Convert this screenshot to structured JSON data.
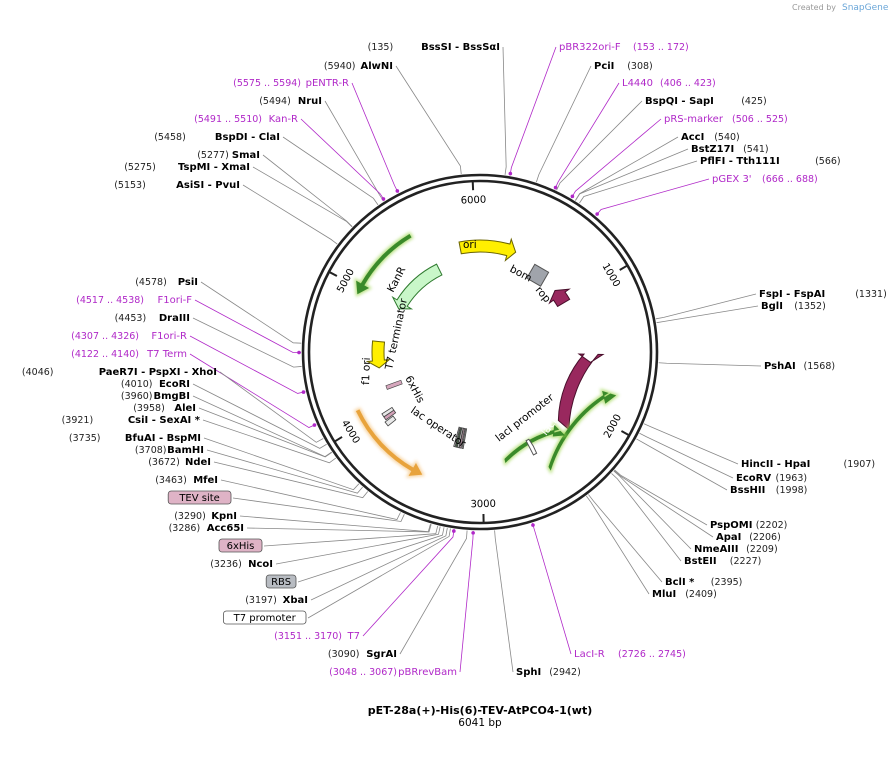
{
  "plasmid": {
    "name": "pET-28a(+)-His(6)-TEV-AtPCO4-1(wt)",
    "size_label": "6041 bp",
    "length": 6041
  },
  "credit": "Created by",
  "credit_brand": "SnapGene",
  "ticks": [
    {
      "bp": 1000,
      "label": "1000"
    },
    {
      "bp": 2000,
      "label": "2000"
    },
    {
      "bp": 3000,
      "label": "3000"
    },
    {
      "bp": 4000,
      "label": "4000"
    },
    {
      "bp": 5000,
      "label": "5000"
    },
    {
      "bp": 6000,
      "label": "6000"
    }
  ],
  "colors": {
    "ori": "#ffef00",
    "kanr": "#c9f7c9",
    "f1ori": "#ffef00",
    "laci": "#99285e",
    "rop": "#99285e",
    "bom": "#a0a4ab",
    "cds_glow": "#9ad44a",
    "primer": "#b028c8",
    "orange": "#e8a33c"
  },
  "features": {
    "ori": "ori",
    "kanr": "KanR",
    "f1ori": "f1 ori",
    "laci": "lacI",
    "bom": "bom",
    "rop": "rop",
    "t7term": "T7 terminator",
    "his6": "6xHis",
    "lacop": "lac operator",
    "laciprom": "lacI promoter"
  },
  "left_labels": [
    {
      "pos": "(135)",
      "name": "BssSI  -  BssSαI",
      "type": "enzyme",
      "bp": 135
    },
    {
      "pos": "(5940)",
      "name": "AlwNI",
      "type": "enzyme",
      "bp": 5940
    },
    {
      "pos": "(5575 .. 5594)",
      "name": "pENTR-R",
      "type": "primer",
      "bp": 5585
    },
    {
      "pos": "(5494)",
      "name": "NruI",
      "type": "enzyme",
      "bp": 5494
    },
    {
      "pos": "(5491 .. 5510)",
      "name": "Kan-R",
      "type": "primer",
      "bp": 5500
    },
    {
      "pos": "(5458)",
      "name": "BspDI  -  ClaI",
      "type": "enzyme",
      "bp": 5458
    },
    {
      "pos": "(5277)",
      "name": "SmaI",
      "type": "enzyme",
      "bp": 5277
    },
    {
      "pos": "(5275)",
      "name": "TspMI  -  XmaI",
      "type": "enzyme",
      "bp": 5275
    },
    {
      "pos": "(5153)",
      "name": "AsiSI  -  PvuI",
      "type": "enzyme",
      "bp": 5153
    },
    {
      "pos": "(4578)",
      "name": "PsiI",
      "type": "enzyme",
      "bp": 4578
    },
    {
      "pos": "(4517 .. 4538)",
      "name": "F1ori-F",
      "type": "primer",
      "bp": 4528
    },
    {
      "pos": "(4453)",
      "name": "DraIII",
      "type": "enzyme",
      "bp": 4453
    },
    {
      "pos": "(4307 .. 4326)",
      "name": "F1ori-R",
      "type": "primer",
      "bp": 4316
    },
    {
      "pos": "(4122 .. 4140)",
      "name": "T7 Term",
      "type": "primer",
      "bp": 4131
    },
    {
      "pos": "(4046)",
      "name": "PaeR7I  -  PspXI  -  XhoI",
      "type": "enzyme",
      "bp": 4046
    },
    {
      "pos": "(4010)",
      "name": "EcoRI",
      "type": "enzyme",
      "bp": 4010
    },
    {
      "pos": "(3960)",
      "name": "BmgBI",
      "type": "enzyme",
      "bp": 3960
    },
    {
      "pos": "(3958)",
      "name": "AleI",
      "type": "enzyme",
      "bp": 3958
    },
    {
      "pos": "(3921)",
      "name": "CsiI  -  SexAI *",
      "type": "enzyme",
      "bp": 3921
    },
    {
      "pos": "(3735)",
      "name": "BfuAI  -  BspMI",
      "type": "enzyme",
      "bp": 3735
    },
    {
      "pos": "(3708)",
      "name": "BamHI",
      "type": "enzyme",
      "bp": 3708
    },
    {
      "pos": "(3672)",
      "name": "NdeI",
      "type": "enzyme",
      "bp": 3672
    },
    {
      "pos": "(3463)",
      "name": "MfeI",
      "type": "enzyme",
      "bp": 3463
    },
    {
      "pos": "",
      "name": "TEV site",
      "type": "boxpink",
      "bp": 3440
    },
    {
      "pos": "(3290)",
      "name": "KpnI",
      "type": "enzyme",
      "bp": 3290
    },
    {
      "pos": "(3286)",
      "name": "Acc65I",
      "type": "enzyme",
      "bp": 3286
    },
    {
      "pos": "",
      "name": "6xHis",
      "type": "boxpink",
      "bp": 3250
    },
    {
      "pos": "(3236)",
      "name": "NcoI",
      "type": "enzyme",
      "bp": 3236
    },
    {
      "pos": "",
      "name": "RBS",
      "type": "boxgray",
      "bp": 3215
    },
    {
      "pos": "(3197)",
      "name": "XbaI",
      "type": "enzyme",
      "bp": 3197
    },
    {
      "pos": "",
      "name": "T7 promoter",
      "type": "boxwhite",
      "bp": 3180
    },
    {
      "pos": "(3151 .. 3170)",
      "name": "T7",
      "type": "primer",
      "bp": 3160
    },
    {
      "pos": "(3090)",
      "name": "SgrAI",
      "type": "enzyme",
      "bp": 3090
    },
    {
      "pos": "(3048 .. 3067)",
      "name": "pBRrevBam",
      "type": "primer",
      "bp": 3057
    }
  ],
  "right_labels": [
    {
      "pos": "(153 .. 172)",
      "name": "pBR322ori-F",
      "type": "primer",
      "bp": 162
    },
    {
      "pos": "(308)",
      "name": "PciI",
      "type": "enzyme",
      "bp": 308
    },
    {
      "pos": "(406 .. 423)",
      "name": "L4440",
      "type": "primer",
      "bp": 414
    },
    {
      "pos": "(425)",
      "name": "BspQI  -  SapI",
      "type": "enzyme",
      "bp": 425
    },
    {
      "pos": "(506 .. 525)",
      "name": "pRS-marker",
      "type": "primer",
      "bp": 515
    },
    {
      "pos": "(540)",
      "name": "AccI",
      "type": "enzyme",
      "bp": 540
    },
    {
      "pos": "(541)",
      "name": "BstZ17I",
      "type": "enzyme",
      "bp": 541
    },
    {
      "pos": "(566)",
      "name": "PflFI  -  Tth111I",
      "type": "enzyme",
      "bp": 566
    },
    {
      "pos": "(666 .. 688)",
      "name": "pGEX 3'",
      "type": "primer",
      "bp": 677
    },
    {
      "pos": "(1331)",
      "name": "FspI  -  FspAI",
      "type": "enzyme",
      "bp": 1331
    },
    {
      "pos": "(1352)",
      "name": "BglI",
      "type": "enzyme",
      "bp": 1352
    },
    {
      "pos": "(1568)",
      "name": "PshAI",
      "type": "enzyme",
      "bp": 1568
    },
    {
      "pos": "(1907)",
      "name": "HincII  -  HpaI",
      "type": "enzyme",
      "bp": 1907
    },
    {
      "pos": "(1963)",
      "name": "EcoRV",
      "type": "enzyme",
      "bp": 1963
    },
    {
      "pos": "(1998)",
      "name": "BssHII",
      "type": "enzyme",
      "bp": 1998
    },
    {
      "pos": "(2202)",
      "name": "PspOMI",
      "type": "enzyme",
      "bp": 2202
    },
    {
      "pos": "(2206)",
      "name": "ApaI",
      "type": "enzyme",
      "bp": 2206
    },
    {
      "pos": "(2209)",
      "name": "NmeAIII",
      "type": "enzyme",
      "bp": 2209
    },
    {
      "pos": "(2227)",
      "name": "BstEII",
      "type": "enzyme",
      "bp": 2227
    },
    {
      "pos": "(2395)",
      "name": "BclI *",
      "type": "enzyme",
      "bp": 2395
    },
    {
      "pos": "(2409)",
      "name": "MluI",
      "type": "enzyme",
      "bp": 2409
    },
    {
      "pos": "(2726 .. 2745)",
      "name": "LacI-R",
      "type": "primer",
      "bp": 2735
    },
    {
      "pos": "(2942)",
      "name": "SphI",
      "type": "enzyme",
      "bp": 2942
    }
  ]
}
